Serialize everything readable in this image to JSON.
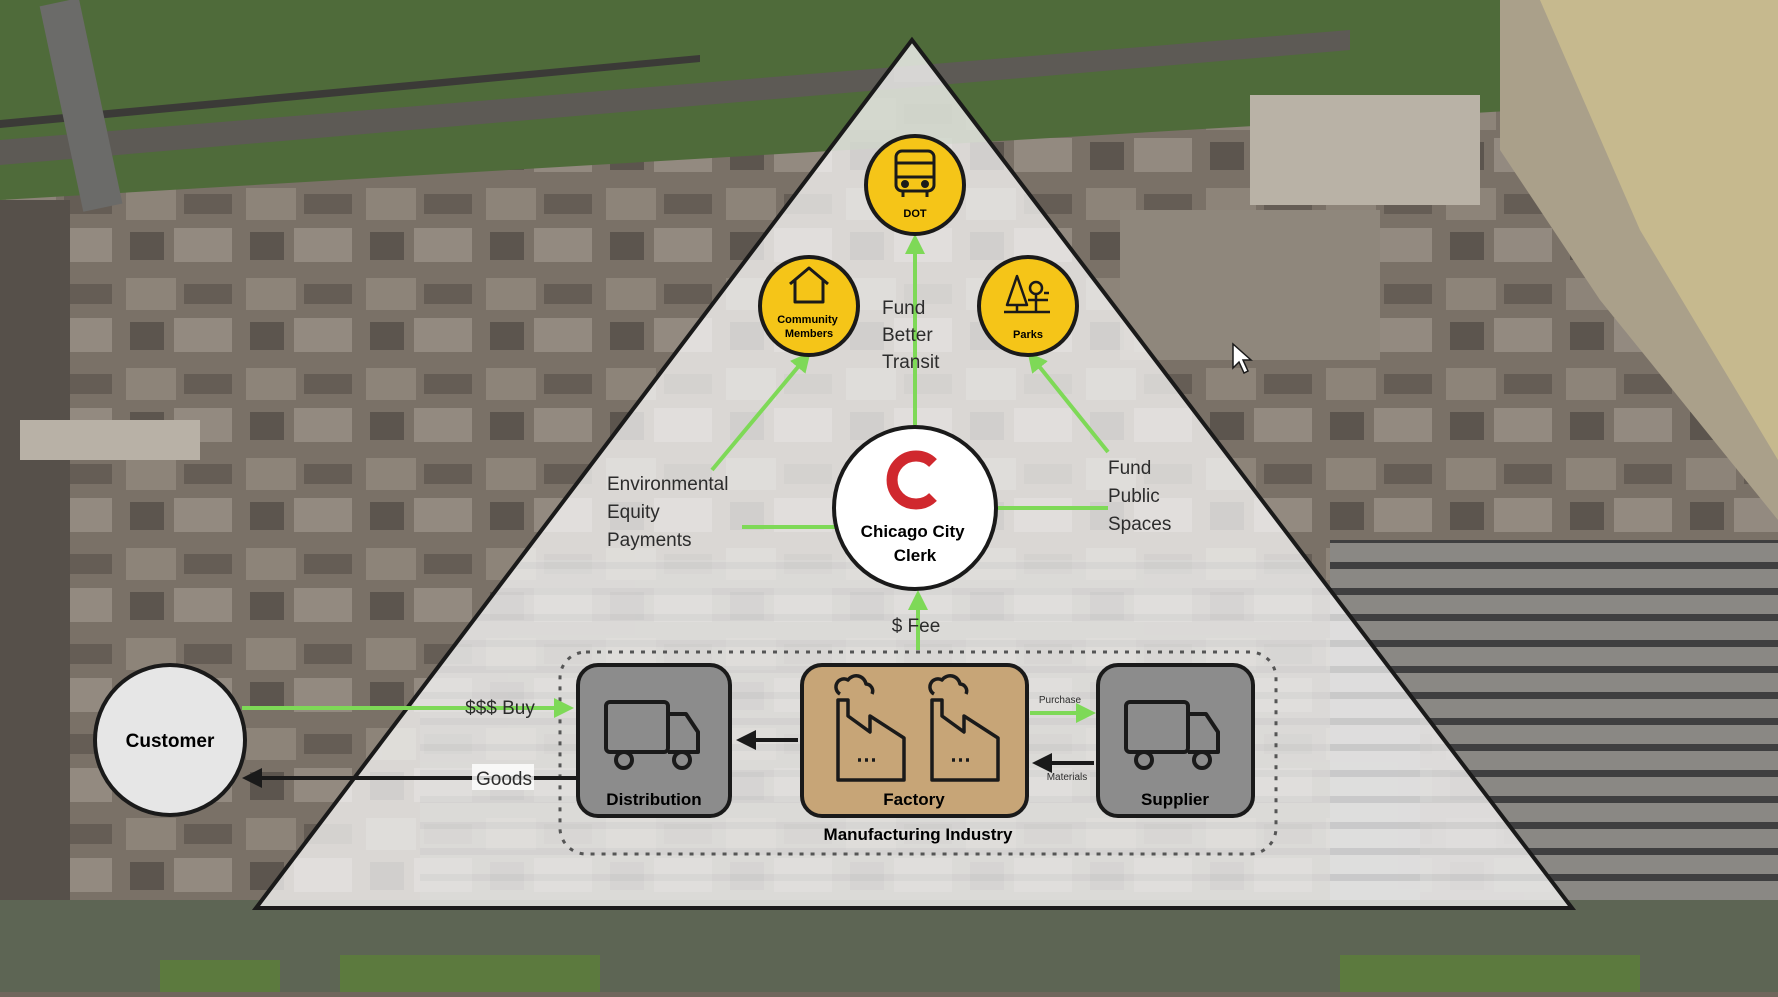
{
  "colors": {
    "arrow_green": "#7ed957",
    "agency_yellow": "#f5c518",
    "factory_tan": "#c7a577",
    "box_gray": "#8c8c8c",
    "clerk_red": "#d0282e",
    "customer_fill": "#e6e6e6"
  },
  "icons": {
    "dot": "bus-icon",
    "community": "house-icon",
    "parks": "park-tree-icon",
    "clerk": "chicago-c-logo-icon",
    "distribution": "truck-icon",
    "supplier": "truck-icon",
    "factory": "factory-icon"
  },
  "nodes": {
    "dot": "DOT",
    "community_line1": "Community",
    "community_line2": "Members",
    "parks": "Parks",
    "clerk_line1": "Chicago City",
    "clerk_line2": "Clerk",
    "customer": "Customer",
    "distribution": "Distribution",
    "factory": "Factory",
    "supplier": "Supplier",
    "group": "Manufacturing Industry"
  },
  "edges": {
    "transit": [
      "Fund",
      "Better",
      "Transit"
    ],
    "equity": [
      "Environmental",
      "Equity",
      "Payments"
    ],
    "public": [
      "Fund",
      "Public",
      "Spaces"
    ],
    "fee": "$ Fee",
    "buy": "$$$ Buy",
    "goods": "Goods",
    "purchase": "Purchase",
    "materials": "Materials"
  }
}
